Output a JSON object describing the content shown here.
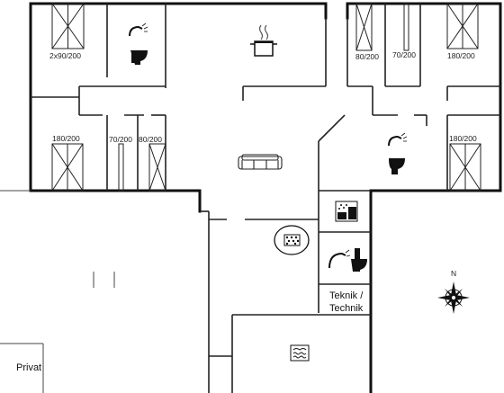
{
  "bed_labels": {
    "top_left": "2x90/200",
    "top_right_a": "80/200",
    "top_right_b": "70/200",
    "top_right_c": "180/200",
    "mid_left_a": "180/200",
    "mid_left_b": "70/200",
    "mid_left_c": "80/200",
    "mid_right": "180/200"
  },
  "room_labels": {
    "teknik_line1": "Teknik /",
    "teknik_line2": "Technik",
    "privat": "Privat"
  },
  "compass": {
    "north": "N"
  },
  "icons": [
    "shower-toilet-icon",
    "cooking-pot-icon",
    "sofa-icon",
    "whirlpool-icon",
    "washer-icon",
    "pool-icon",
    "compass-icon"
  ],
  "colors": {
    "wall": "#111111",
    "thin_line": "#444444",
    "background": "#ffffff"
  }
}
